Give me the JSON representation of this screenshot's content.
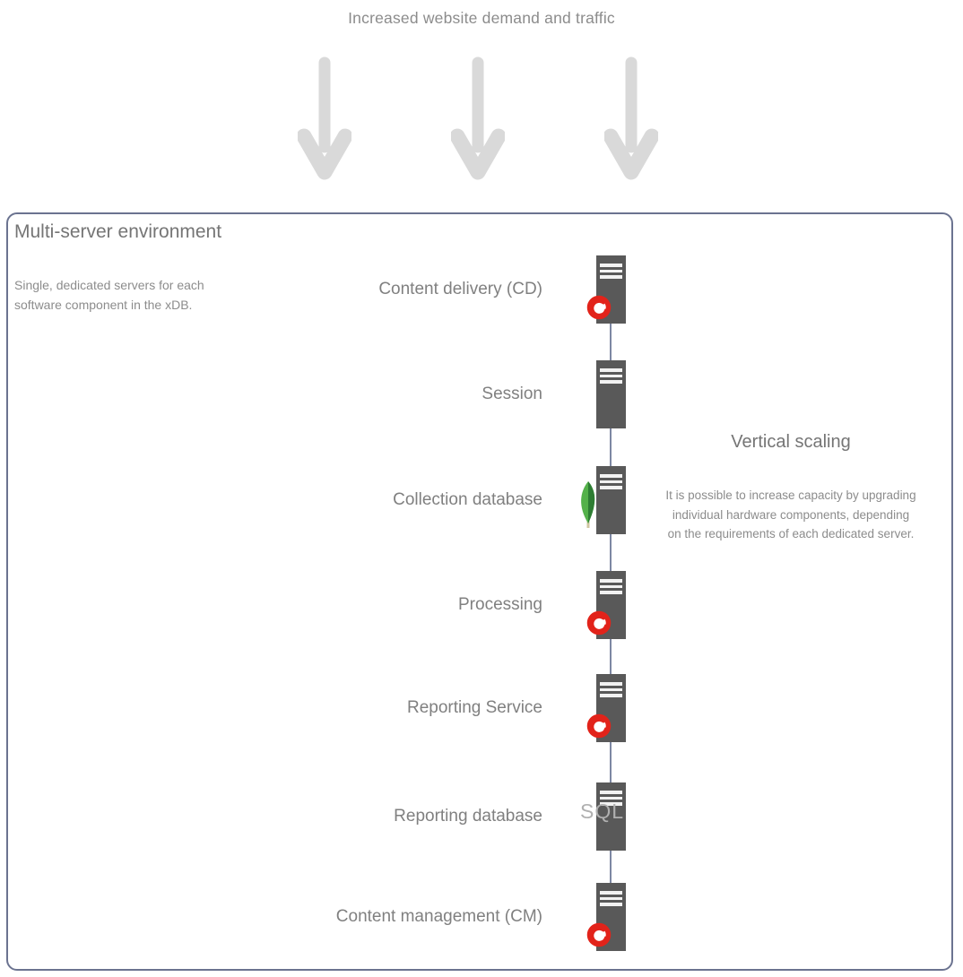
{
  "header": {
    "title": "Increased website demand and traffic"
  },
  "panel": {
    "title": "Multi-server environment",
    "description": "Single, dedicated servers for each software component in the xDB."
  },
  "servers": [
    {
      "label": "Content delivery (CD)",
      "badge": "sitecore"
    },
    {
      "label": "Session",
      "badge": "none"
    },
    {
      "label": "Collection database",
      "badge": "mongodb"
    },
    {
      "label": "Processing",
      "badge": "sitecore"
    },
    {
      "label": "Reporting Service",
      "badge": "sitecore"
    },
    {
      "label": "Reporting database",
      "badge": "sql",
      "badge_text": "SQL"
    },
    {
      "label": "Content management (CM)",
      "badge": "sitecore"
    }
  ],
  "vertical_scaling": {
    "title": "Vertical scaling",
    "body": "It is possible to increase capacity by upgrading individual hardware components, depending on the requirements of each dedicated server."
  },
  "colors": {
    "panel_border": "#6b7390",
    "server_fill": "#595959",
    "connector": "#7d87a3",
    "arrow": "#d9d9d9",
    "heading_text": "#757575",
    "body_text": "#8c8c8c",
    "label_text": "#808080",
    "sitecore_red": "#e2231a",
    "mongodb_green_light": "#54b14a",
    "mongodb_green_dark": "#2e7d33",
    "sql_text": "#b0b0b0"
  }
}
